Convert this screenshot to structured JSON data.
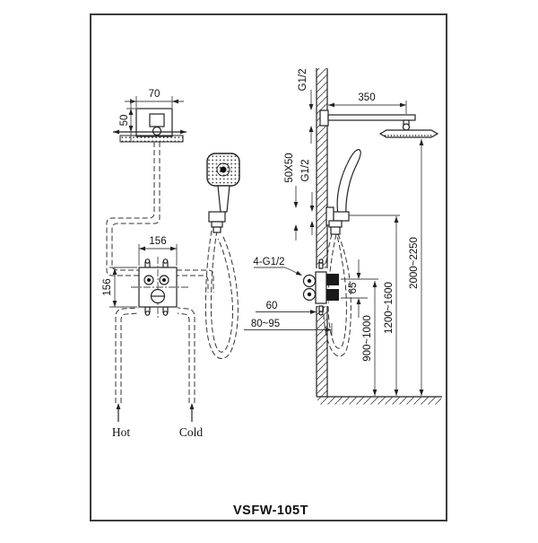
{
  "title": {
    "model": "VSFW-105T"
  },
  "front": {
    "dim_head_width": "70",
    "dim_head_drop": "50",
    "dim_box_width": "156",
    "dim_box_height": "156",
    "hot": "Hot",
    "cold": "Cold"
  },
  "side": {
    "thread_top": "G1/2",
    "dim_arm": "350",
    "plate_size": "50X50",
    "thread_holder": "G1/2",
    "thread_valve": "4-G1/2",
    "dim_depth": "60",
    "dim_depth_range": "80~95",
    "dim_outlets": "65",
    "dim_valve_height": "900~1000",
    "dim_holder_height": "1200~1600",
    "dim_head_height": "2000~2250"
  },
  "colors": {
    "line": "#222222",
    "dim": "#444444",
    "background": "#ffffff"
  }
}
